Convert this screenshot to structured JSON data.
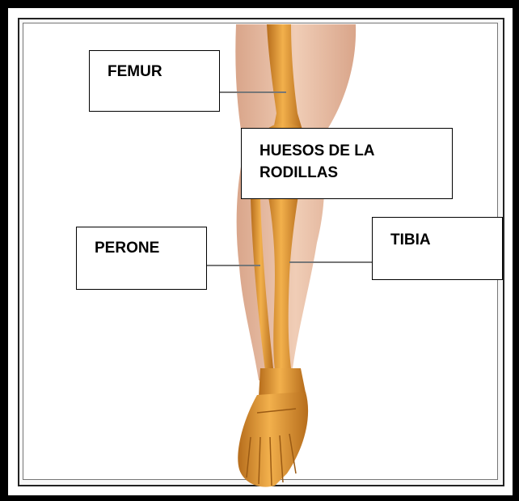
{
  "labels": {
    "femur": "FEMUR",
    "rodilla": "HUESOS DE LA RODILLAS",
    "perone": "PERONE",
    "tibia": "TIBIA"
  },
  "colors": {
    "bone": "#e09a38",
    "bone_dark": "#9a5a14",
    "skin": "#ecc4ac",
    "skin_shadow": "#d8a58a",
    "frame": "#000000"
  }
}
